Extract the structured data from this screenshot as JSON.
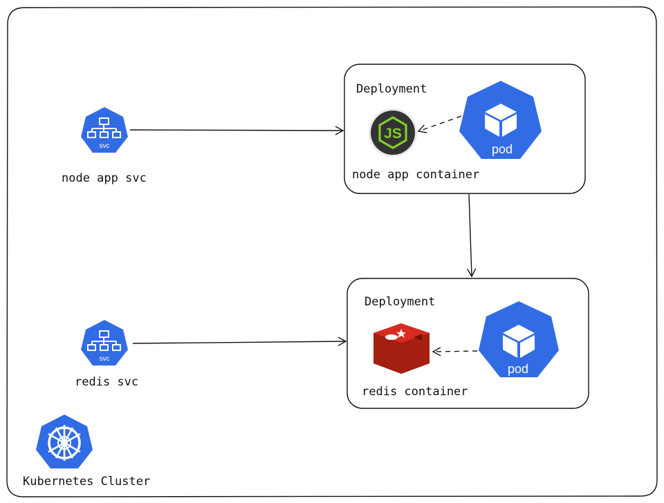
{
  "cluster": {
    "label": "Kubernetes Cluster",
    "icon": "kubernetes-helm-icon"
  },
  "services": [
    {
      "label": "node app svc",
      "icon_text": "svc",
      "icon": "service-icon"
    },
    {
      "label": "redis svc",
      "icon_text": "svc",
      "icon": "service-icon"
    }
  ],
  "deployments": [
    {
      "title": "Deployment",
      "container_label": "node app container",
      "container_icon": "nodejs-icon",
      "pod_label": "pod",
      "pod_icon": "pod-icon"
    },
    {
      "title": "Deployment",
      "container_label": "redis container",
      "container_icon": "redis-icon",
      "pod_label": "pod",
      "pod_icon": "pod-icon"
    }
  ],
  "nodejs_logo_text": "JS",
  "colors": {
    "k8s_blue": "#326ce5",
    "nodejs_green": "#83cd29",
    "nodejs_dark": "#333333",
    "redis_red": "#d82c20",
    "stroke": "#111111"
  }
}
